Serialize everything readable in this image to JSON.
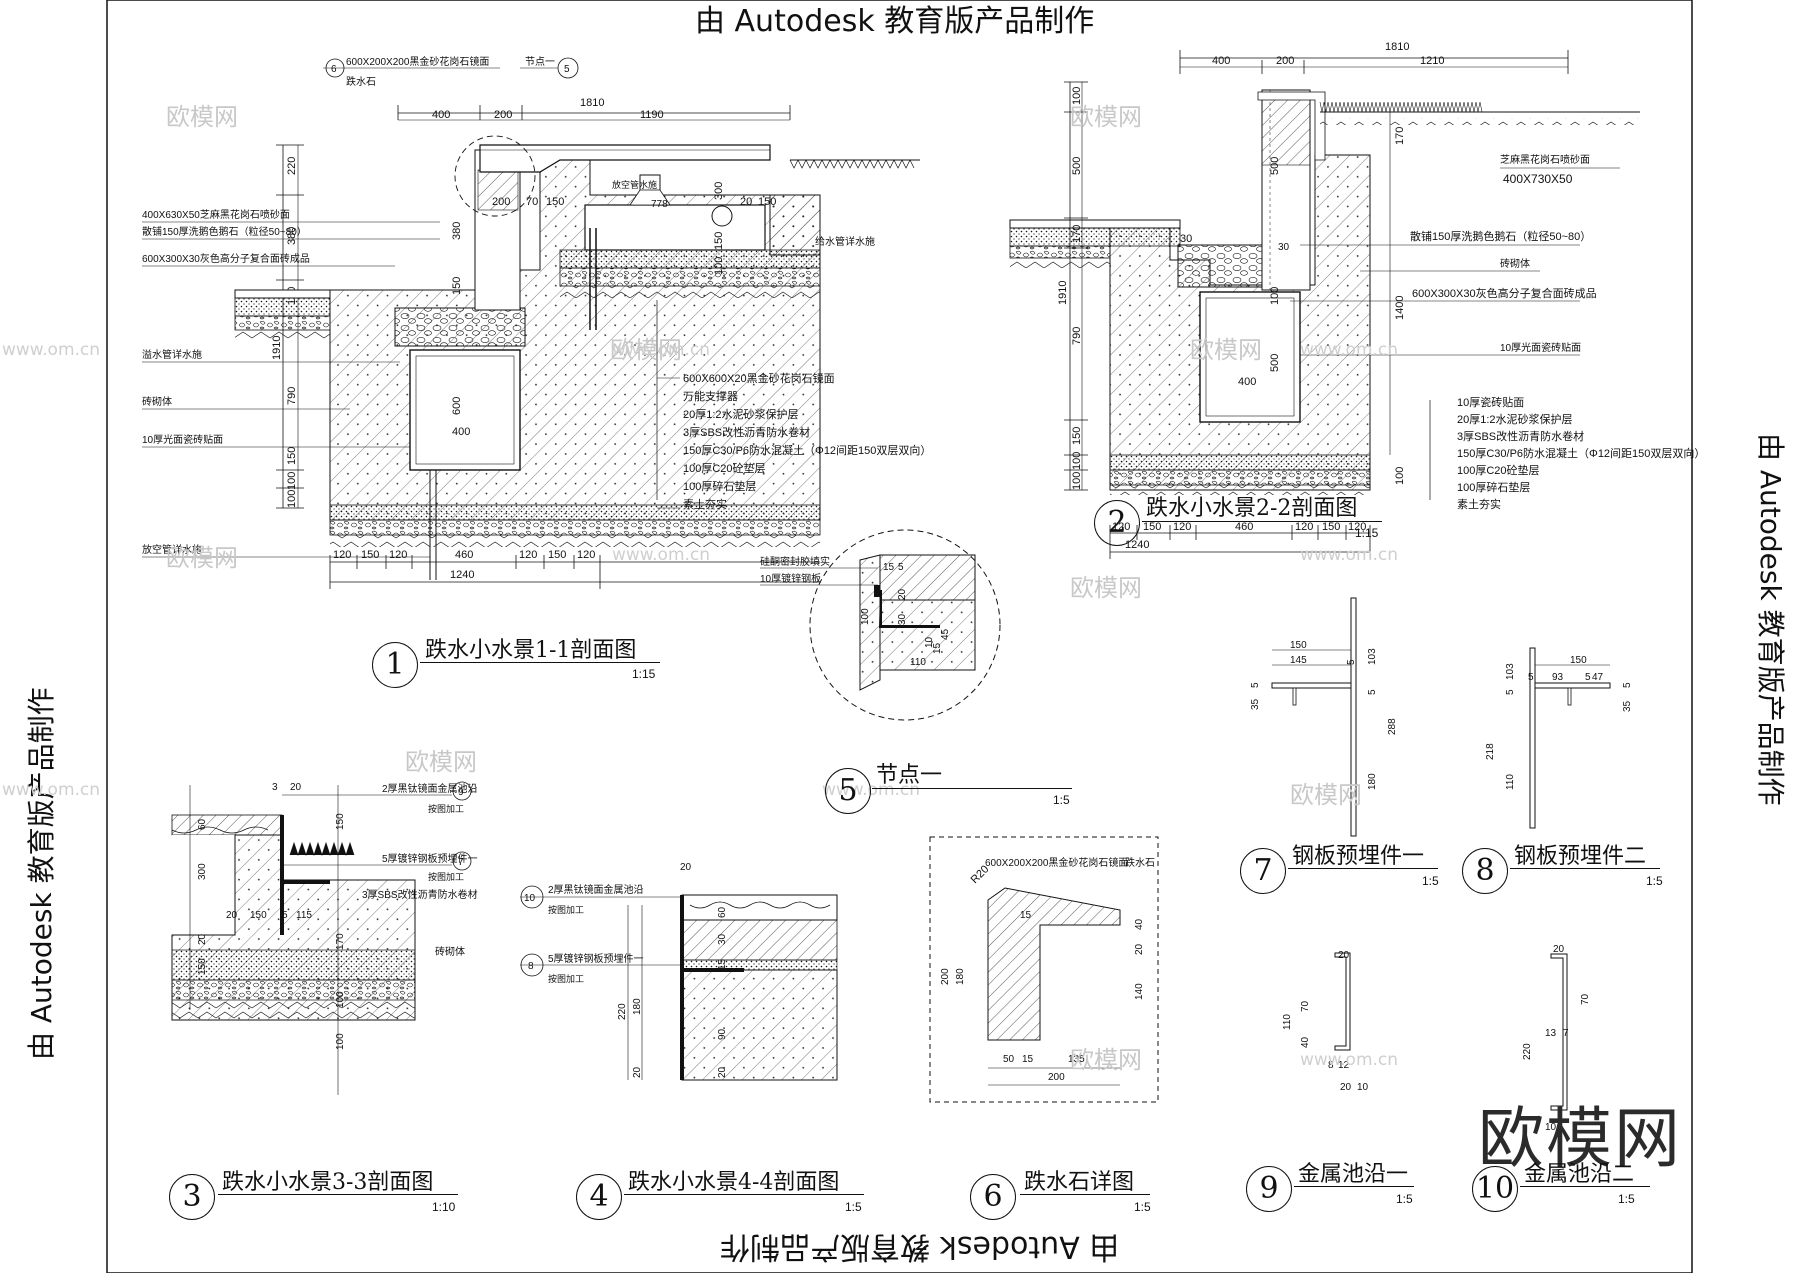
{
  "watermark_text": "由 Autodesk 教育版产品制作",
  "site_mark": "欧模网",
  "site_url": "www.om.cn",
  "brand": "欧模网",
  "drawings": [
    {
      "num": "1",
      "title": "跌水小水景1-1剖面图",
      "scale": "1:15"
    },
    {
      "num": "2",
      "title": "跌水小水景2-2剖面图",
      "scale": "1:15"
    },
    {
      "num": "3",
      "title": "跌水小水景3-3剖面图",
      "scale": "1:10"
    },
    {
      "num": "4",
      "title": "跌水小水景4-4剖面图",
      "scale": "1:5"
    },
    {
      "num": "5",
      "title": "节点一",
      "scale": "1:5"
    },
    {
      "num": "6",
      "title": "跌水石详图",
      "scale": "1:5"
    },
    {
      "num": "7",
      "title": "钢板预埋件一",
      "scale": "1:5"
    },
    {
      "num": "8",
      "title": "钢板预埋件二",
      "scale": "1:5"
    },
    {
      "num": "9",
      "title": "金属池沿一",
      "scale": "1:5"
    },
    {
      "num": "10",
      "title": "金属池沿二",
      "scale": "1:5"
    }
  ],
  "section1": {
    "top_dims": [
      "400",
      "200",
      "1810",
      "1190"
    ],
    "bottom_dims": [
      "120",
      "150",
      "120",
      "460",
      "120",
      "150",
      "120",
      "1240"
    ],
    "left_dims": [
      "220",
      "380",
      "170",
      "1910",
      "790",
      "150",
      "100",
      "100"
    ],
    "inner_dims": [
      "200",
      "70",
      "150",
      "20",
      "150",
      "380",
      "150",
      "600",
      "400",
      "300",
      "150",
      "100",
      "778"
    ],
    "labels_left": [
      "400X630X50芝麻黑花岗石喷砂面",
      "散铺150厚洗鹅色鹅石（粒径50~80）",
      "600X300X30灰色高分子复合面砖成品",
      "溢水管详水施",
      "砖砌体",
      "10厚光面瓷砖贴面",
      "放空管详水施"
    ],
    "labels_top": [
      "600X200X200黑金砂花岗石镜面",
      "跌水石",
      "节点一"
    ],
    "labels_mid": [
      "放空管水施",
      "给水管详水施"
    ],
    "legend": [
      "600X600X20黑金砂花岗石镜面",
      "万能支撑器",
      "20厚1:2水泥砂浆保护层",
      "3厚SBS改性沥青防水卷材",
      "150厚C30/P6防水混凝土（Φ12间距150双层双向）",
      "100厚C20砼垫层",
      "100厚碎石垫层",
      "素土夯实"
    ],
    "tag6": "6",
    "tag5": "5"
  },
  "section2": {
    "top_dims": [
      "400",
      "200",
      "1810",
      "1210"
    ],
    "bottom_dims": [
      "120",
      "150",
      "120",
      "460",
      "120",
      "150",
      "120",
      "1240"
    ],
    "left_dims": [
      "100",
      "500",
      "170",
      "1910",
      "790",
      "150",
      "100",
      "100"
    ],
    "right_dims": [
      "170",
      "1400",
      "100"
    ],
    "inner_dims": [
      "500",
      "30",
      "100",
      "500",
      "400",
      "30"
    ],
    "labels": [
      "芝麻黑花岗石喷砂面",
      "400X730X50",
      "散铺150厚洗鹅色鹅石（粒径50~80）",
      "砖砌体",
      "600X300X30灰色高分子复合面砖成品",
      "10厚光面瓷砖贴面"
    ],
    "legend": [
      "10厚瓷砖贴面",
      "20厚1:2水泥砂浆保护层",
      "3厚SBS改性沥青防水卷材",
      "150厚C30/P6防水混凝土（Φ12间距150双层双向）",
      "100厚C20砼垫层",
      "100厚碎石垫层",
      "素土夯实"
    ]
  },
  "section3": {
    "dims": [
      "3",
      "20",
      "60",
      "300",
      "20",
      "150",
      "5",
      "115",
      "150",
      "20",
      "170",
      "100",
      "100",
      "150"
    ],
    "labels": [
      "2厚黑钛镜面金属池沿",
      "按图加工",
      "5厚镀锌钢板预埋件一",
      "按图加工",
      "3厚SBS改性沥青防水卷材",
      "砖砌体"
    ],
    "tag9": "9",
    "tag7": "7"
  },
  "section4": {
    "dims": [
      "20",
      "220",
      "180",
      "20",
      "15",
      "30",
      "90",
      "20",
      "60"
    ],
    "labels": [
      "2厚黑钛镜面金属池沿",
      "按图加工",
      "5厚镀锌钢板预埋件一",
      "按图加工"
    ],
    "tag10": "10",
    "tag8": "8"
  },
  "node5": {
    "labels": [
      "硅酮密封胶填实",
      "10厚镀锌钢板"
    ],
    "dims": [
      "15",
      "5",
      "20",
      "30",
      "100",
      "45",
      "15",
      "10",
      "110"
    ]
  },
  "stone6": {
    "labels": [
      "600X200X200黑金砂花岗石镜面",
      "跌水石",
      "R20"
    ],
    "dims": [
      "15",
      "40",
      "20",
      "200",
      "180",
      "140",
      "50",
      "15",
      "135",
      "200"
    ]
  },
  "plate7": {
    "dims": [
      "150",
      "145",
      "5",
      "103",
      "35",
      "5",
      "5",
      "288",
      "180"
    ]
  },
  "plate8": {
    "dims": [
      "150",
      "93",
      "5",
      "47",
      "5",
      "218",
      "103",
      "5",
      "110",
      "35",
      "5"
    ]
  },
  "edge9": {
    "dims": [
      "20",
      "110",
      "70",
      "40",
      "8",
      "12",
      "20",
      "10"
    ]
  },
  "edge10": {
    "dims": [
      "20",
      "70",
      "13",
      "7",
      "220",
      "10"
    ]
  }
}
